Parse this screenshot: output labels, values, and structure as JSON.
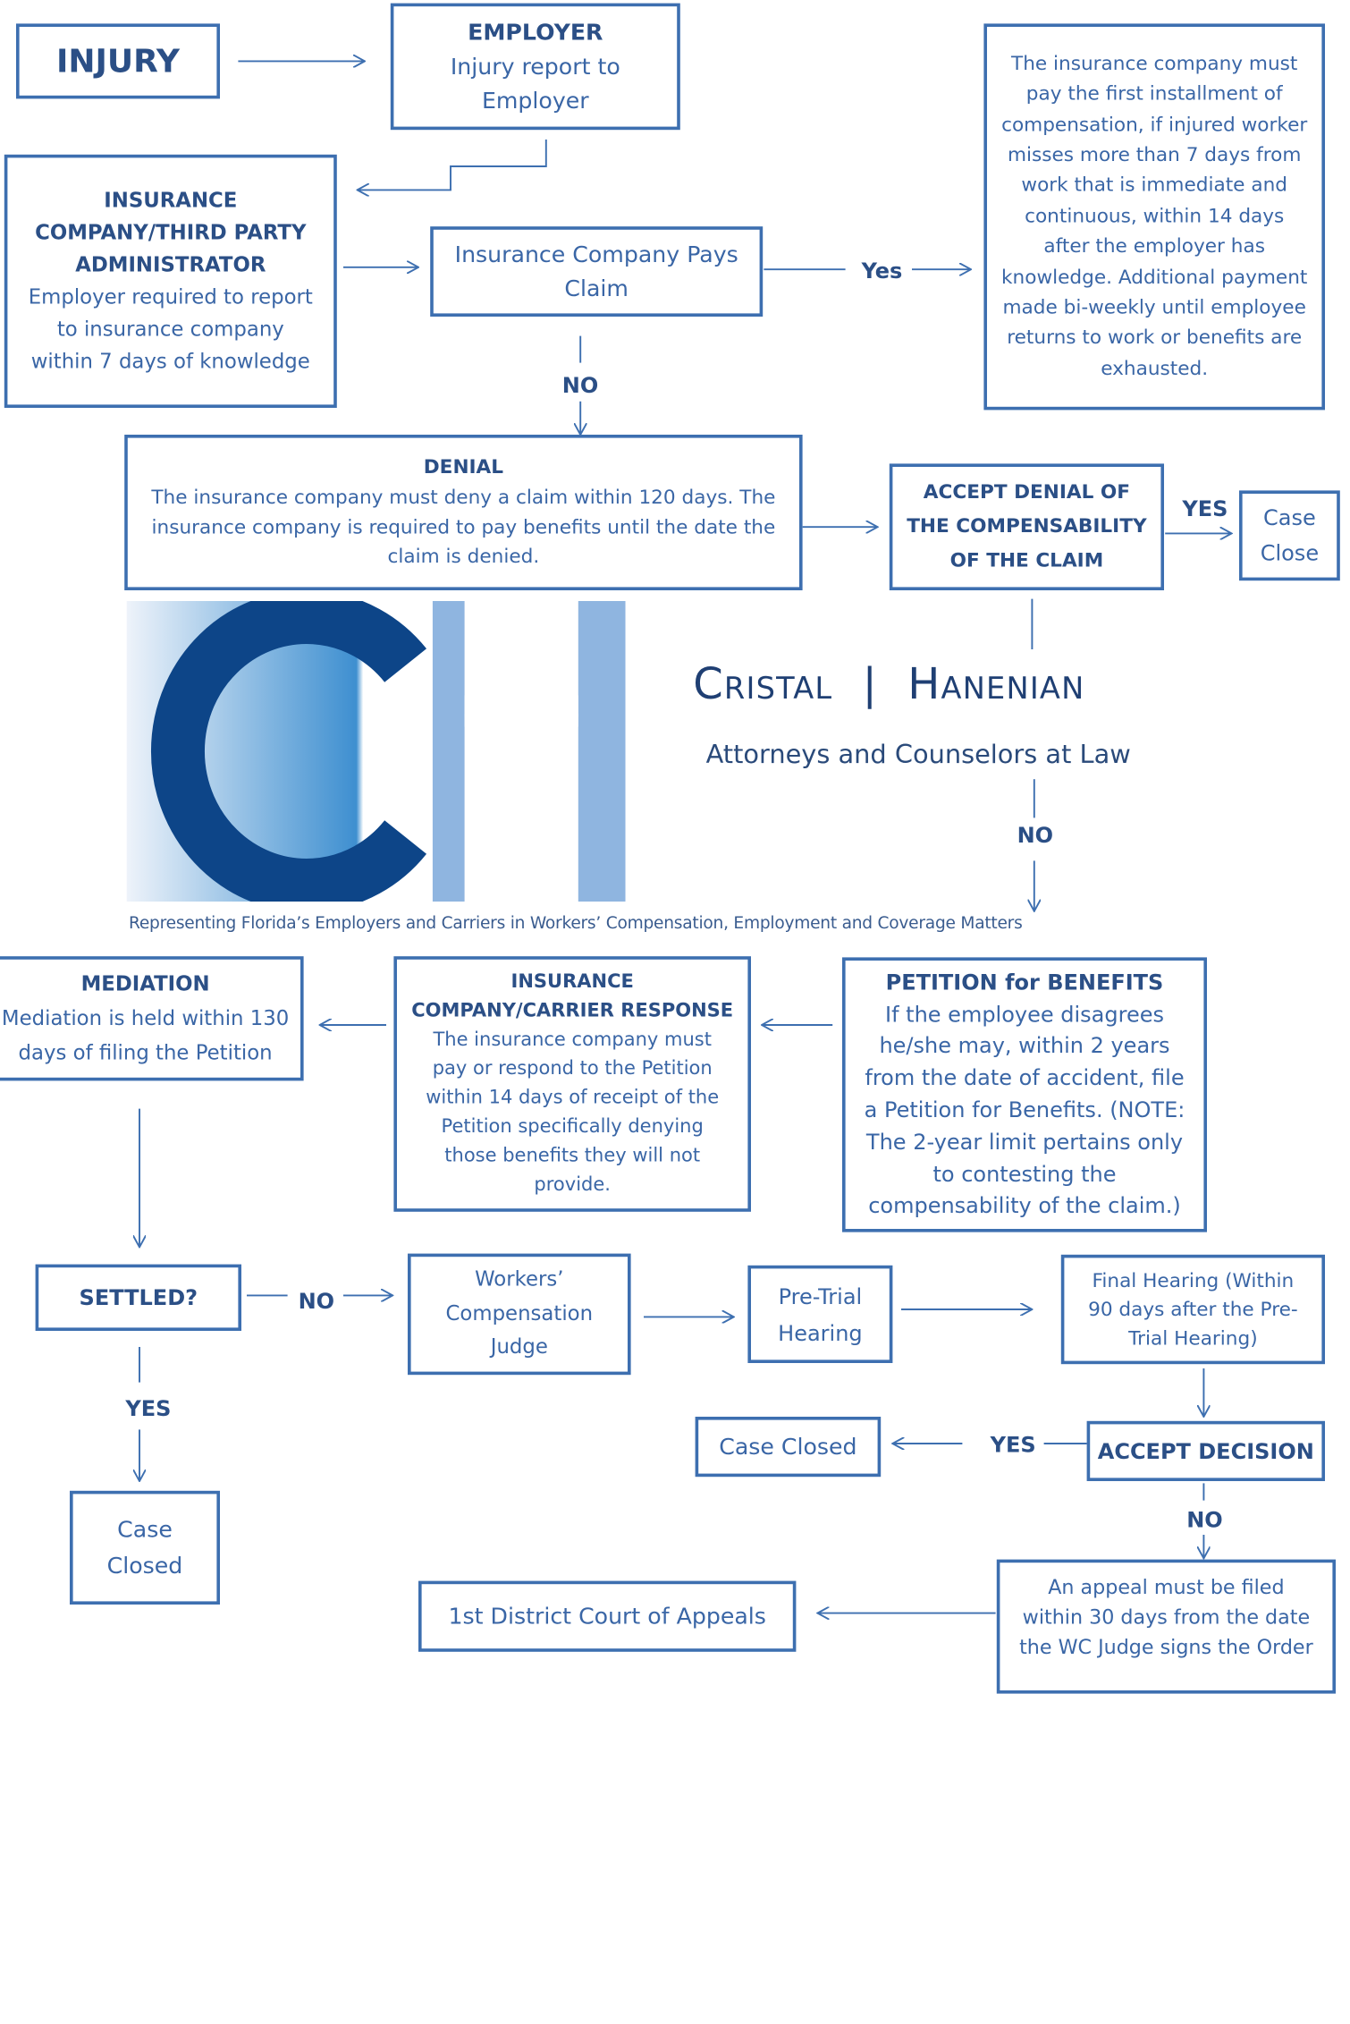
{
  "injury": "INJURY",
  "employer": {
    "title": "EMPLOYER",
    "text": "Injury report to Employer"
  },
  "insurer": {
    "title": "INSURANCE COMPANY/THIRD PARTY ADMINISTRATOR",
    "text": "Employer required to report to insurance company within 7 days of knowledge"
  },
  "pays": "Insurance Company Pays Claim",
  "yes_pay": "Yes",
  "first_installment": "The insurance company must pay the first installment of compensation, if injured worker misses more than 7 days from work that is immediate and continuous, within 14 days after the employer has knowledge. Additional payment made bi-weekly until employee returns to work or benefits are exhausted.",
  "no_pay": "NO",
  "denial": {
    "title": "DENIAL",
    "text": "The insurance company must deny a claim within 120 days.  The insurance company is required to pay benefits until the date the claim is denied."
  },
  "accept_denial": "ACCEPT DENIAL OF THE COMPENSABILITY OF THE CLAIM",
  "yes_accept": "YES",
  "case_close": "Case Close",
  "no_accept": "NO",
  "brand": {
    "name_left": "Cristal",
    "divider": "|",
    "name_right": "Hanenian",
    "subtitle": "Attorneys and Counselors at Law",
    "tagline": "Representing Florida’s Employers and Carriers in Workers’ Compensation, Employment and Coverage Matters",
    "logo_letters": "CH"
  },
  "petition": {
    "title": "PETITION for BENEFITS",
    "text": "If the employee disagrees he/she may, within 2 years from the date of accident, file a Petition for Benefits. (NOTE: The 2-year limit pertains only to contesting the compensability of the claim.)"
  },
  "carrier_response": {
    "title": "INSURANCE COMPANY/CARRIER RESPONSE",
    "text": "The insurance company must pay or respond to the Petition within 14 days of receipt of the Petition specifically denying those benefits they will not provide."
  },
  "mediation": {
    "title": "MEDIATION",
    "text": "Mediation is held within 130 days of filing the Petition"
  },
  "settled": "SETTLED?",
  "no_settled": "NO",
  "yes_settled": "YES",
  "case_closed_left": "Case Closed",
  "judge": "Workers’ Compensation Judge",
  "pretrial": "Pre-Trial Hearing",
  "final_hearing": "Final Hearing (Within 90 days after the Pre-Trial Hearing)",
  "accept_decision": "ACCEPT DECISION",
  "yes_decision": "YES",
  "case_closed_right": "Case Closed",
  "no_decision": "NO",
  "appeal": "An appeal must be filed within 30 days from the date the WC Judge signs the Order",
  "court": "1st District Court of Appeals",
  "colors": {
    "line": "#3d6fb0",
    "text": "#2b4f86",
    "logo_dark": "#0d4588",
    "logo_mid": "#3f8fd0"
  }
}
